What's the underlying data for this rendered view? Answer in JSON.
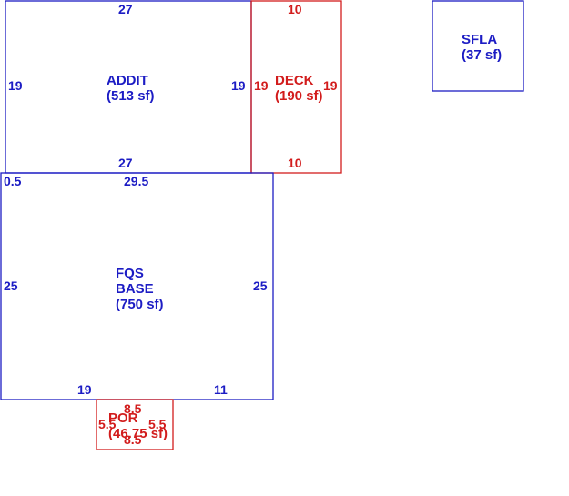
{
  "areas": {
    "addit": {
      "name": "ADDIT",
      "area": "(513 sf)",
      "dims": {
        "top": "27",
        "bottom": "27",
        "left": "19",
        "right": "19"
      },
      "color": "#1c1cc4"
    },
    "deck": {
      "name": "DECK",
      "area": "(190 sf)",
      "dims": {
        "top": "10",
        "bottom": "10",
        "left": "19",
        "right": "19"
      },
      "color": "#d21c1c"
    },
    "sfla": {
      "name": "SFLA",
      "area": "(37 sf)",
      "color": "#1c1cc4"
    },
    "base": {
      "name_line1": "FQS",
      "name_line2": "BASE",
      "area": "(750 sf)",
      "dims": {
        "top_left": "0.5",
        "top": "29.5",
        "left": "25",
        "right": "25",
        "bottom_left": "19",
        "bottom_right": "11"
      },
      "color": "#1c1cc4"
    },
    "por": {
      "name": "POR",
      "area": "(46.75 sf)",
      "dims": {
        "top": "8.5",
        "bottom": "8.5",
        "left": "5.5",
        "right": "5.5"
      },
      "color": "#d21c1c"
    }
  }
}
